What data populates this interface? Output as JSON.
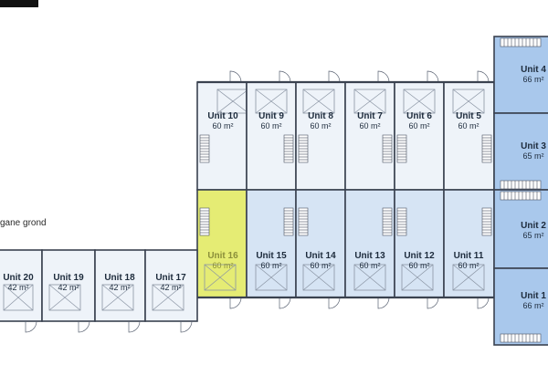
{
  "colors": {
    "wall": "#3a4250",
    "light_unit": "#eef3f9",
    "mid_unit": "#d6e4f4",
    "blue_unit": "#a9c8ec",
    "highlight": "#e5ec74",
    "black_mark": "#111111"
  },
  "label_text": "gane grond",
  "area_unit": "m²",
  "units": [
    {
      "name": "Unit 10",
      "area": "60 m²"
    },
    {
      "name": "Unit 9",
      "area": "60 m²"
    },
    {
      "name": "Unit 8",
      "area": "60 m²"
    },
    {
      "name": "Unit 7",
      "area": "60 m²"
    },
    {
      "name": "Unit 6",
      "area": "60 m²"
    },
    {
      "name": "Unit 5",
      "area": "60 m²"
    },
    {
      "name": "Unit 16",
      "area": "60 m²",
      "highlighted": true
    },
    {
      "name": "Unit 15",
      "area": "60 m²"
    },
    {
      "name": "Unit 14",
      "area": "60 m²"
    },
    {
      "name": "Unit 13",
      "area": "60 m²"
    },
    {
      "name": "Unit 12",
      "area": "60 m²"
    },
    {
      "name": "Unit 11",
      "area": "60 m²"
    },
    {
      "name": "Unit 20",
      "area": "42 m²"
    },
    {
      "name": "Unit 19",
      "area": "42 m²"
    },
    {
      "name": "Unit 18",
      "area": "42 m²"
    },
    {
      "name": "Unit 17",
      "area": "42 m²"
    },
    {
      "name": "Unit 4",
      "area": "66 m²"
    },
    {
      "name": "Unit 3",
      "area": "65 m²"
    },
    {
      "name": "Unit 2",
      "area": "65 m²"
    },
    {
      "name": "Unit 1",
      "area": "66 m²"
    }
  ]
}
